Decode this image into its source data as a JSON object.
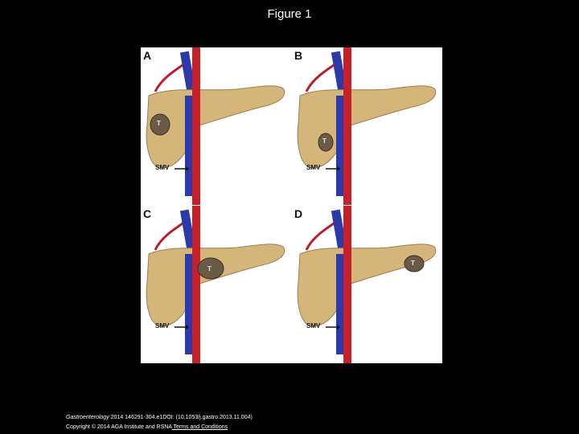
{
  "slide_title": "Figure 1",
  "panels": [
    {
      "letter": "A",
      "smv": "SMV",
      "tumor": "T"
    },
    {
      "letter": "B",
      "smv": "SMV",
      "tumor": "T"
    },
    {
      "letter": "C",
      "smv": "SMV",
      "tumor": "T"
    },
    {
      "letter": "D",
      "smv": "SMV",
      "tumor": "T"
    }
  ],
  "citation": {
    "journal": "Gastroenterology",
    "line1_rest": " 2014 146291-304.e1DOI: (10.1053/j.gastro.2013.11.004)",
    "line2": "Copyright © 2014 AGA Institute and RSNA",
    "terms_link": " Terms and Conditions"
  },
  "colors": {
    "background": "#000000",
    "pancreas": "#d4b57a",
    "artery": "#c8202a",
    "vein": "#2b3aa8",
    "tumor": "#6b5a45"
  }
}
